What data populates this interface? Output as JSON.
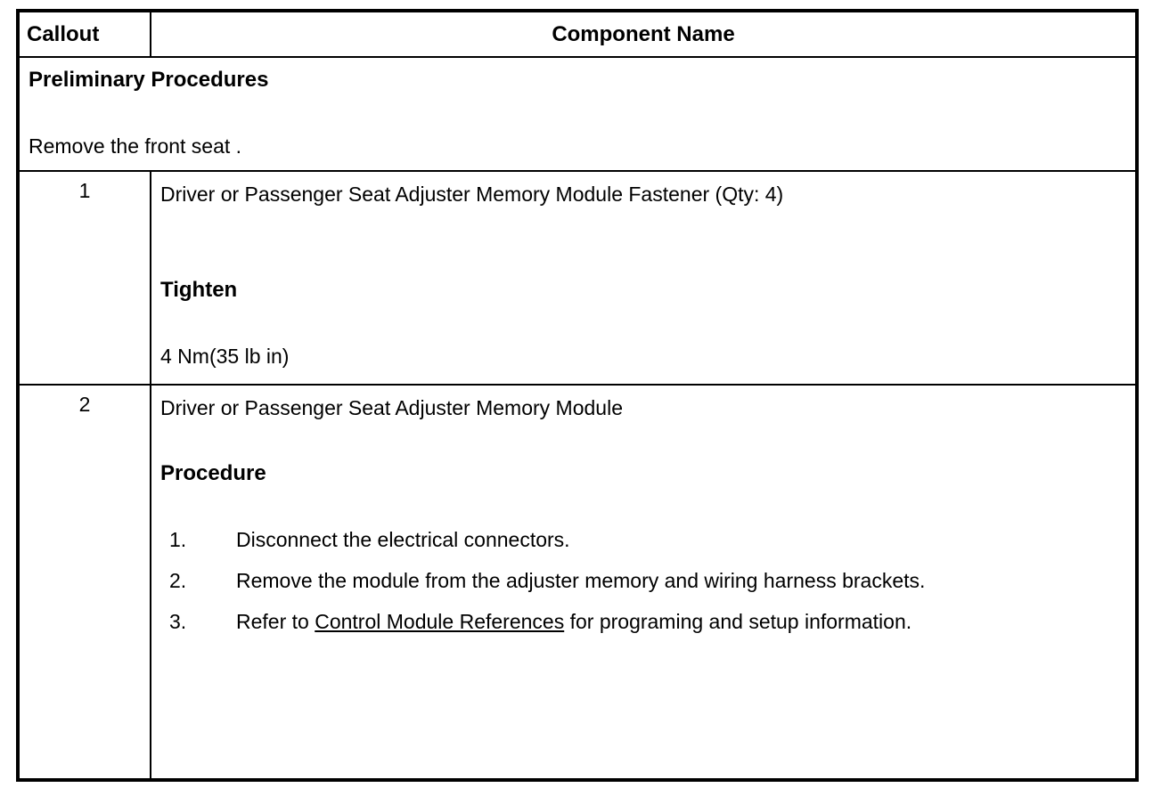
{
  "colors": {
    "text": "#000000",
    "background": "#ffffff",
    "border": "#000000"
  },
  "table": {
    "headers": {
      "callout": "Callout",
      "component": "Component Name"
    },
    "preliminary": {
      "title": "Preliminary Procedures",
      "text": "Remove the front seat ."
    },
    "rows": [
      {
        "callout": "1",
        "component_name": "Driver or Passenger Seat Adjuster Memory Module Fastener (Qty: 4)",
        "subheading": "Tighten",
        "torque": "4 Nm(35 lb in)"
      },
      {
        "callout": "2",
        "component_name": "Driver or Passenger Seat Adjuster Memory Module",
        "subheading": "Procedure",
        "steps": [
          {
            "num": "1.",
            "text": "Disconnect the electrical connectors."
          },
          {
            "num": "2.",
            "text": "Remove the module from the adjuster memory and wiring harness brackets."
          },
          {
            "num": "3.",
            "text_before_link": "Refer to ",
            "link_text": "Control Module References",
            "text_after_link": " for programing and setup information."
          }
        ]
      }
    ]
  }
}
